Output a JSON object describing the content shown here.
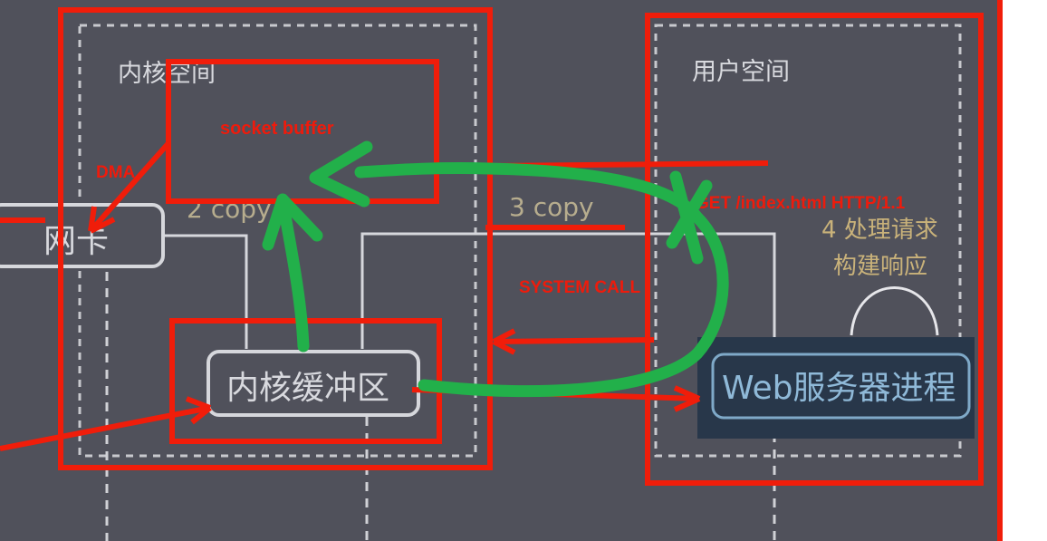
{
  "colors": {
    "background": "#50515b",
    "annotation_red": "#f01d0a",
    "annotation_green": "#22b04a",
    "box_outline": "#d6d7dc",
    "web_box": "#28374a",
    "web_text": "#8fb9d8",
    "gold_text": "#c9b27a"
  },
  "kernel_space": {
    "title": "内核空间",
    "socket_buffer": "socket buffer",
    "dma": "DMA",
    "copy2": "2 copy",
    "nic": "网卡",
    "kernel_buffer": "内核缓冲区"
  },
  "middle": {
    "copy3": "3 copy",
    "system_call": "SYSTEM CALL"
  },
  "user_space": {
    "title": "用户空间",
    "request": "GET /index.html  HTTP/1.1",
    "process_line1": "4 处理请求",
    "process_line2": "构建响应",
    "web_server": "Web服务器进程"
  }
}
